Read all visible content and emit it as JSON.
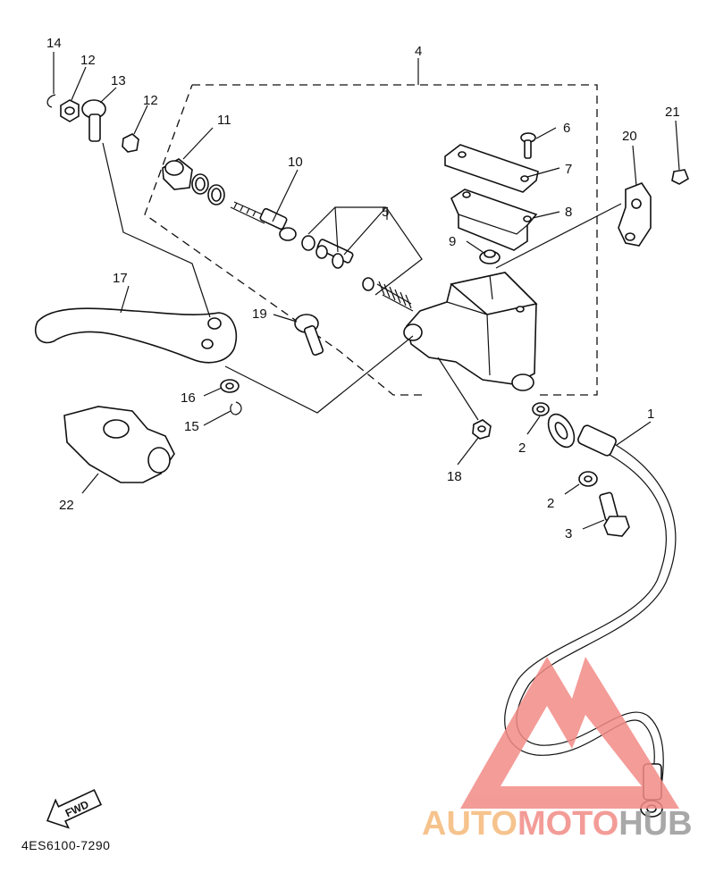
{
  "diagram_code": "4ES6100-7290",
  "fwd_label": "FWD",
  "watermark": {
    "part1": "AUTO",
    "part2": "MOTO",
    "part3": "HUB",
    "color1": "#f5b97a",
    "color2": "#f28b86",
    "color3": "#9a9a9a",
    "logo_color": "#f28b86"
  },
  "callouts": {
    "c1": "1",
    "c2a": "2",
    "c2b": "2",
    "c3": "3",
    "c4": "4",
    "c5": "5",
    "c6": "6",
    "c7": "7",
    "c8": "8",
    "c9": "9",
    "c10": "10",
    "c11": "11",
    "c12a": "12",
    "c12b": "12",
    "c13": "13",
    "c14": "14",
    "c15": "15",
    "c16": "16",
    "c17": "17",
    "c18": "18",
    "c19": "19",
    "c20": "20",
    "c21": "21",
    "c22": "22"
  }
}
